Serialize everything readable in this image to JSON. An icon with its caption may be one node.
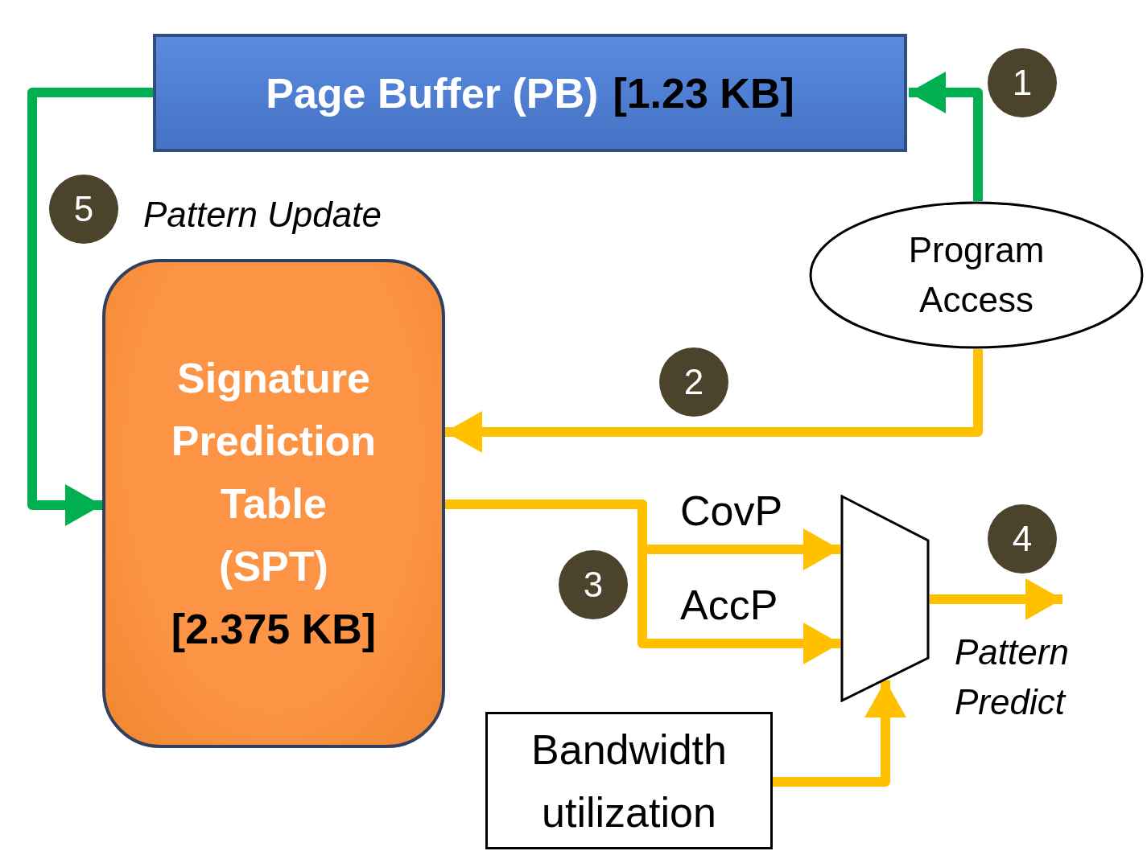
{
  "diagram": {
    "nodes": [
      {
        "text": [
          "Page Buffer (PB)",
          "[1.23 KB]"
        ]
      },
      {
        "text": [
          "Program Access"
        ]
      },
      {
        "text": [
          "Signature Prediction Table (SPT)",
          "[2.375 KB]"
        ]
      },
      {
        "text": [],
        "shape": "trapezoid"
      },
      {
        "text": [
          "Bandwidth utilization"
        ]
      }
    ],
    "edges": [
      {
        "from": 1,
        "to": 0,
        "arrow": "to",
        "color": "#00b050"
      },
      {
        "from": 0,
        "to": 2,
        "arrow": "to",
        "color": "#00b050"
      },
      {
        "from": 1,
        "to": 2,
        "arrow": "to"
      },
      {
        "from": 2,
        "to": 3,
        "arrow": "to",
        "label": "CovP"
      },
      {
        "from": 2,
        "to": 3,
        "arrow": "to",
        "label": "AccP"
      },
      {
        "from": 4,
        "to": 3,
        "arrow": "to"
      },
      {
        "from": 3,
        "to": null,
        "arrow": "to"
      }
    ],
    "labels": [
      "1",
      "5",
      "Pattern Update",
      "2",
      "3",
      "4",
      "Pattern Predict"
    ]
  }
}
